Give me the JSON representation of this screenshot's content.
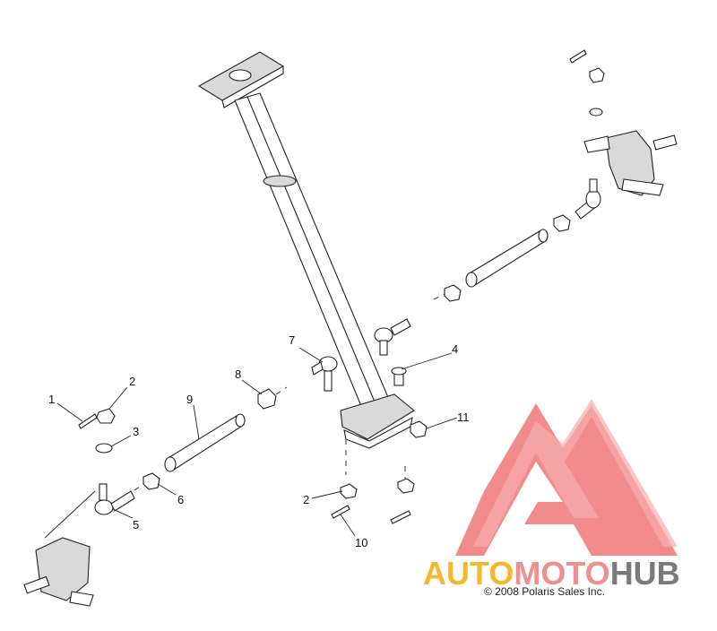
{
  "callouts": [
    {
      "id": "c1",
      "text": "1"
    },
    {
      "id": "c2a",
      "text": "2"
    },
    {
      "id": "c3",
      "text": "3"
    },
    {
      "id": "c4",
      "text": "4"
    },
    {
      "id": "c5",
      "text": "5"
    },
    {
      "id": "c6",
      "text": "6"
    },
    {
      "id": "c7",
      "text": "7"
    },
    {
      "id": "c8",
      "text": "8"
    },
    {
      "id": "c9",
      "text": "9"
    },
    {
      "id": "c2b",
      "text": "2"
    },
    {
      "id": "c10",
      "text": "10"
    },
    {
      "id": "c11",
      "text": "11"
    }
  ],
  "watermark": {
    "word_part1": "AUTO",
    "word_part2": "MOTO",
    "word_part3": "HUB",
    "color_part1": "#f6b730",
    "color_part2": "#f08f8f",
    "color_part3": "#7a7a7a",
    "triangle_color": "#f07878"
  },
  "copyright": "© 2008 Polaris Sales Inc."
}
